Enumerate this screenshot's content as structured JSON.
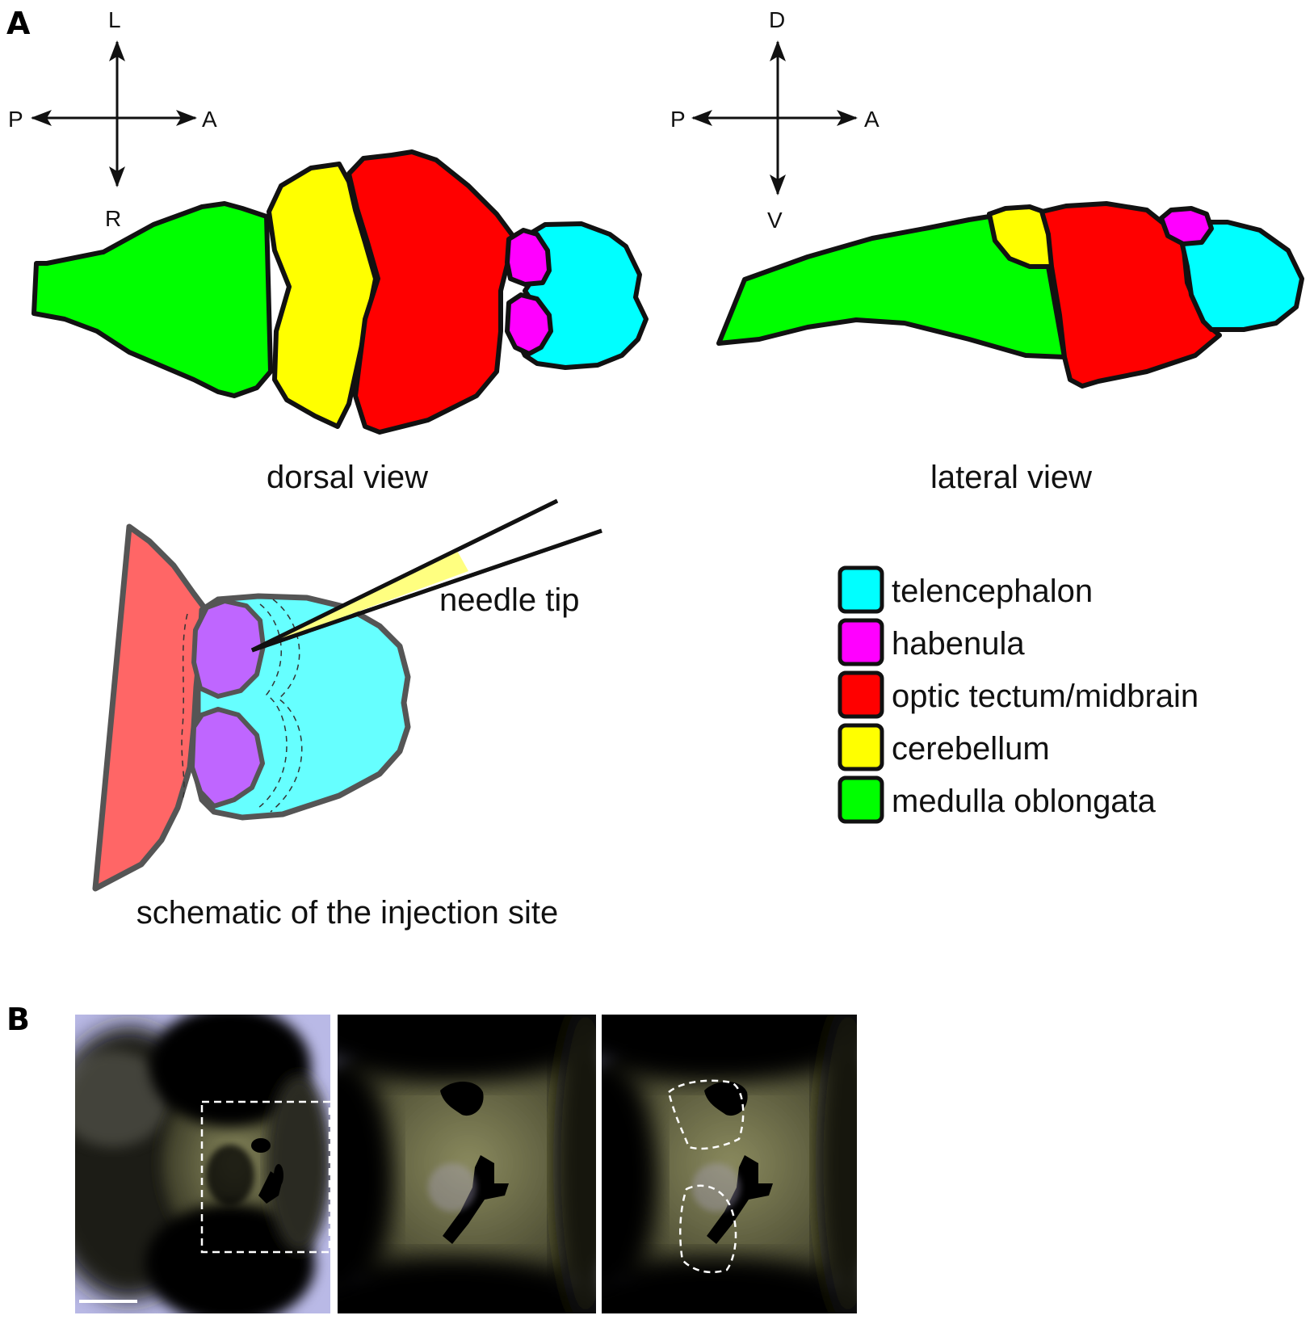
{
  "panels": {
    "a_letter": "A",
    "b_letter": "B"
  },
  "dorsal": {
    "caption": "dorsal view",
    "axes": {
      "up": "L",
      "down": "R",
      "left": "P",
      "right": "A"
    }
  },
  "lateral": {
    "caption": "lateral view",
    "axes": {
      "up": "D",
      "down": "V",
      "left": "P",
      "right": "A"
    }
  },
  "schematic": {
    "caption": "schematic of the injection site",
    "needle_label": "needle tip"
  },
  "legend": [
    {
      "label": "telencephalon",
      "color": "#00ffff"
    },
    {
      "label": "habenula",
      "color": "#ff00ff"
    },
    {
      "label": "optic tectum/midbrain",
      "color": "#ff0000"
    },
    {
      "label": "cerebellum",
      "color": "#ffff00"
    },
    {
      "label": "medulla oblongata",
      "color": "#00ff00"
    }
  ],
  "colors": {
    "telencephalon": "#00ffff",
    "habenula": "#ff00ff",
    "midbrain": "#ff0000",
    "cerebellum": "#ffff00",
    "medulla": "#00ff00",
    "schematic_telencephalon": "#66ffff",
    "schematic_habenula": "#bf66ff",
    "schematic_midbrain": "#ff6666",
    "needle": "#ffff80",
    "micrograph_background": "#b9b9e6"
  }
}
